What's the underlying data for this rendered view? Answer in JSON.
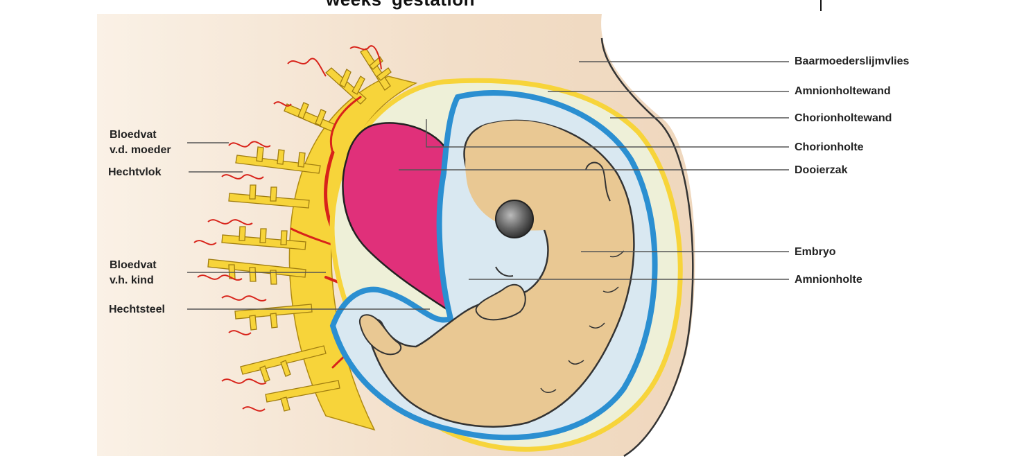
{
  "title_fragment": "weeks' gestation",
  "labels": {
    "baarmoederslijmvlies": "Baarmoederslijmvlies",
    "amnionholtewand": "Amnionholtewand",
    "chorionholtewand": "Chorionholtewand",
    "chorionholte": "Chorionholte",
    "dooierzak": "Dooierzak",
    "embryo": "Embryo",
    "amnionholte": "Amnionholte",
    "bloedvat_moeder_1": "Bloedvat",
    "bloedvat_moeder_2": "v.d. moeder",
    "hechtvlok": "Hechtvlok",
    "bloedvat_kind_1": "Bloedvat",
    "bloedvat_kind_2": "v.h. kind",
    "hechtsteel": "Hechtsteel"
  },
  "colors": {
    "uterus_wall": "#f1dcc4",
    "villi_yellow": "#f7d43a",
    "vessel_red": "#d8231a",
    "yolk_sac_magenta": "#e0307a",
    "amnion_fluid": "#d9e8f1",
    "amnion_blue": "#2b8fd1",
    "embryo_skin": "#e9c893",
    "eye_gray": "#666666",
    "leader_line": "#555555"
  }
}
